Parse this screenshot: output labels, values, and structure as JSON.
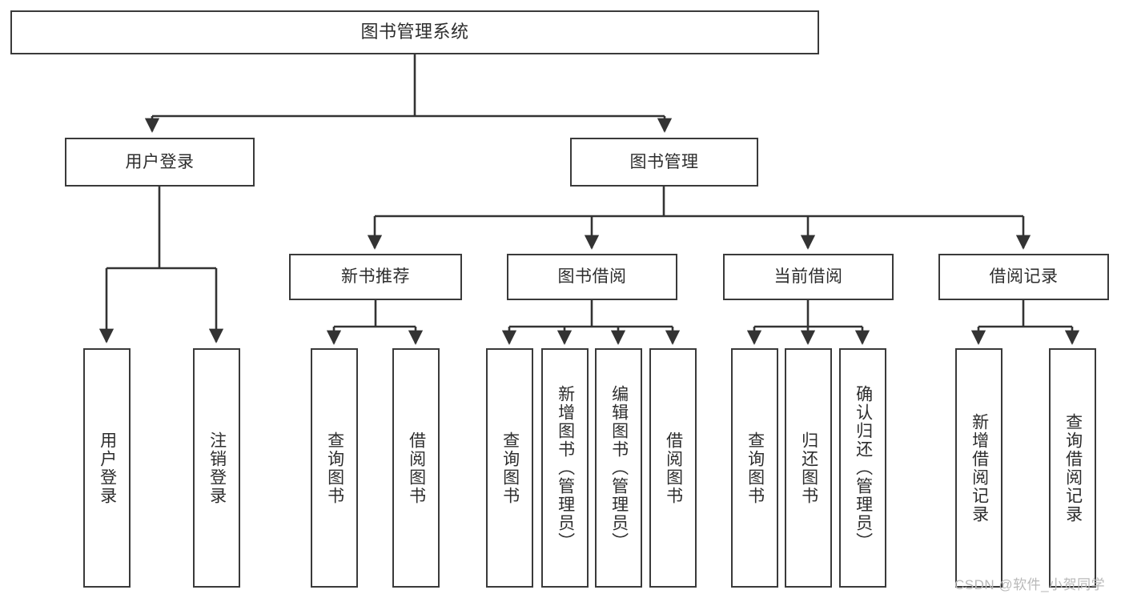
{
  "diagram": {
    "title": "图书管理系统",
    "type": "tree-hierarchy",
    "orientation": "top-down",
    "colors": {
      "border": "#3a3a3a",
      "text": "#2d2d2d",
      "edge": "#333333",
      "background": "#ffffff",
      "watermark": "#b9b9b9"
    }
  },
  "nodes": {
    "root": {
      "label": "图书管理系统"
    },
    "level1": [
      {
        "label": "用户登录"
      },
      {
        "label": "图书管理"
      }
    ],
    "level2": [
      {
        "label": "新书推荐"
      },
      {
        "label": "图书借阅"
      },
      {
        "label": "当前借阅"
      },
      {
        "label": "借阅记录"
      }
    ],
    "leaves": {
      "user_login": [
        {
          "label": "用户登录"
        },
        {
          "label": "注销登录"
        }
      ],
      "new_book": [
        {
          "label": "查询图书"
        },
        {
          "label": "借阅图书"
        }
      ],
      "book_borrow": [
        {
          "label": "查询图书"
        },
        {
          "label": "新增图书（管理员）"
        },
        {
          "label": "编辑图书（管理员）"
        },
        {
          "label": "借阅图书"
        }
      ],
      "current_borrow": [
        {
          "label": "查询图书"
        },
        {
          "label": "归还图书"
        },
        {
          "label": "确认归还（管理员）"
        }
      ],
      "borrow_record": [
        {
          "label": "新增借阅记录"
        },
        {
          "label": "查询借阅记录"
        }
      ]
    }
  },
  "watermark": {
    "text": "CSDN @软件_小贺同学"
  }
}
